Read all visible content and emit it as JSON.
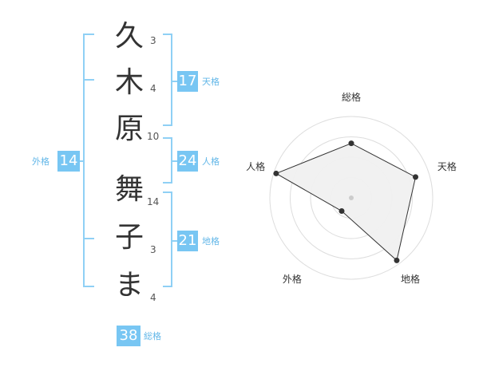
{
  "name": {
    "chars": [
      "久",
      "木",
      "原",
      "舞",
      "子",
      "ま"
    ],
    "strokes": [
      "3",
      "4",
      "10",
      "14",
      "3",
      "4"
    ]
  },
  "kaku": {
    "tenkaku": {
      "value": "17",
      "label": "天格"
    },
    "jinkaku": {
      "value": "24",
      "label": "人格"
    },
    "chikaku": {
      "value": "21",
      "label": "地格"
    },
    "gaikaku": {
      "value": "14",
      "label": "外格"
    },
    "soukaku": {
      "value": "38",
      "label": "総格"
    }
  },
  "chart_data": {
    "type": "radar",
    "axes": [
      "総格",
      "天格",
      "地格",
      "外格",
      "人格"
    ],
    "values": [
      0.67,
      0.83,
      0.95,
      0.2,
      0.97
    ],
    "rmax": 1,
    "rings": 4,
    "fill_color": "#f0f0f0",
    "line_color": "#333333"
  }
}
